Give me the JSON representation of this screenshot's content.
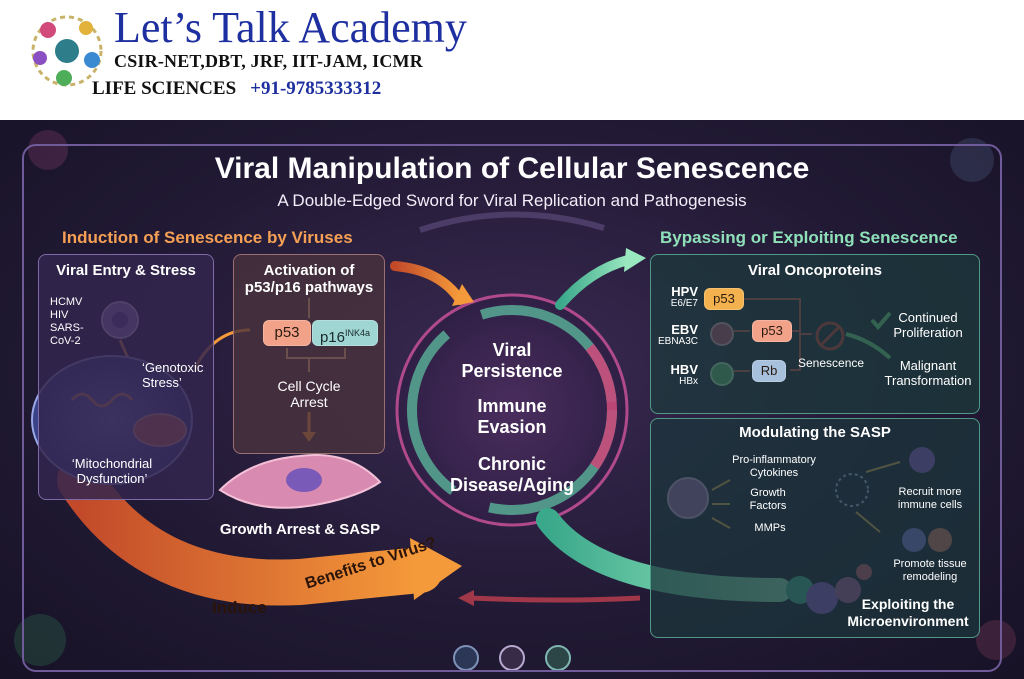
{
  "header": {
    "brand_title": "Let’s Talk Academy",
    "brand_subtitle": "CSIR-NET,DBT, JRF, IIT-JAM, ICMR",
    "brand_line3": "LIFE SCIENCES",
    "phone": "+91-9785333312",
    "logo_icon": "academy-logo-icon"
  },
  "poster": {
    "title": "Viral Manipulation of Cellular Senescence",
    "subtitle": "A Double-Edged Sword for Viral Replication and Pathogenesis",
    "induction": {
      "title": "Induction of Senescence by Viruses",
      "entry_panel": {
        "title": "Viral Entry & Stress",
        "viruses": [
          "HCMV",
          "HIV",
          "SARS-",
          "CoV-2"
        ],
        "genotoxic": [
          "‘Genotoxic",
          "Stress’"
        ],
        "mito": [
          "‘Mitochondrial",
          "Dysfunction’"
        ]
      },
      "pathway_panel": {
        "title": [
          "Activation of",
          "p53/p16 pathways"
        ],
        "p53": "p53",
        "p16": "p16",
        "p16_sup": "INK4a",
        "arrest": [
          "Cell Cycle",
          "Arrest"
        ]
      },
      "growth_arrest": "Growth Arrest & SASP",
      "induce": "Induce",
      "benefits": "Benefits to Virus?"
    },
    "center": {
      "persistence": [
        "Viral",
        "Persistence"
      ],
      "evasion": [
        "Immune",
        "Evasion"
      ],
      "chronic": [
        "Chronic",
        "Disease/Aging"
      ]
    },
    "bypass": {
      "title": "Bypassing or Exploiting Senescence",
      "onco_panel": {
        "title": "Viral Oncoproteins",
        "hpv": "HPV",
        "hpv_sub": "E6/E7",
        "ebv": "EBV",
        "ebv_sub": "EBNA3C",
        "hbv": "HBV",
        "hbv_sub": "HBx",
        "p53": "p53",
        "p53b": "p53",
        "rb": "Rb",
        "senescence": "Senescence",
        "continued": [
          "Continued",
          "Proliferation"
        ],
        "malignant": [
          "Malignant",
          "Transformation"
        ]
      },
      "sasp_panel": {
        "title": "Modulating the SASP",
        "cytokines": [
          "Pro-inflammatory",
          "Cytokines"
        ],
        "growth": [
          "Growth",
          "Factors"
        ],
        "mmps": "MMPs",
        "recruit": [
          "Recruit more",
          "immune cells"
        ],
        "tissue": [
          "Promote tissue",
          "remodeling"
        ],
        "exploit": [
          "Exploiting the",
          "Microenvironment"
        ]
      }
    },
    "colors": {
      "background": "#221a35",
      "induction_accent": "#f5a054",
      "bypass_accent": "#8ee0b8"
    }
  }
}
